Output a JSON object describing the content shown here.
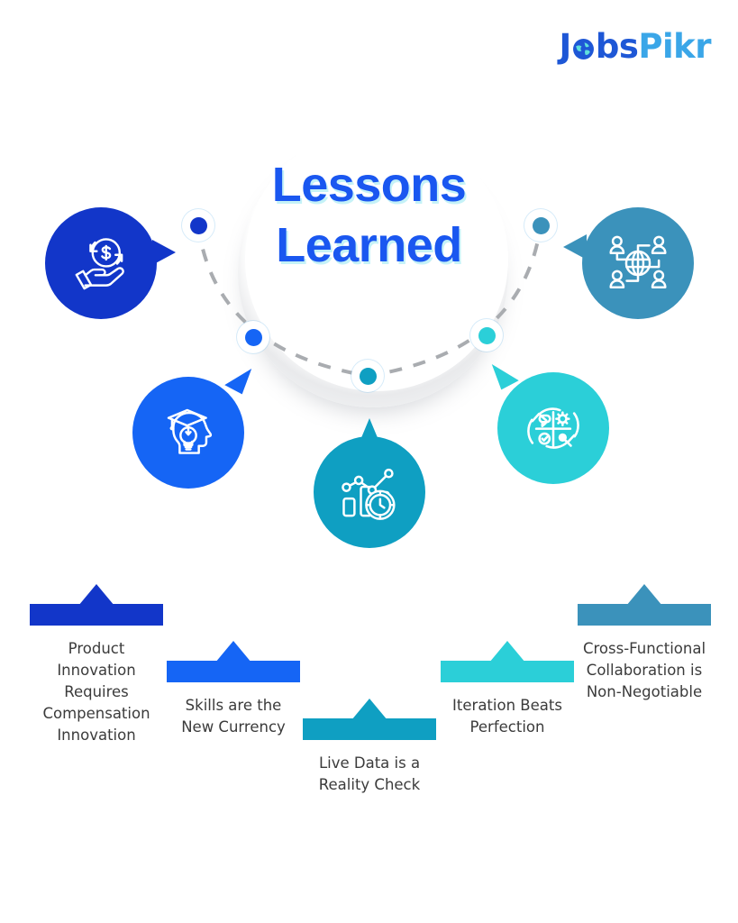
{
  "brand": {
    "logo_text_primary": "J",
    "logo_text_primary_rest": "bs",
    "logo_text_secondary": "Pikr",
    "logo_full": "JobsPikr",
    "globe_icon": "globe-icon",
    "color_primary": "#1e57d6",
    "color_secondary": "#3aa6e8"
  },
  "title": {
    "line1": "Lessons",
    "line2": "Learned",
    "color": "#1a57f0",
    "shadow_color": "#96e8f0"
  },
  "arc": {
    "dots": [
      {
        "name": "arc-dot-1",
        "color": "#1236c9"
      },
      {
        "name": "arc-dot-2",
        "color": "#1565f5"
      },
      {
        "name": "arc-dot-3",
        "color": "#0f9fc2"
      },
      {
        "name": "arc-dot-4",
        "color": "#2bcfd8"
      },
      {
        "name": "arc-dot-5",
        "color": "#3b92bb"
      }
    ],
    "dash_color": "#a9acb0"
  },
  "bubbles": [
    {
      "name": "bubble-compensation",
      "icon": "hand-holding-dollar-refresh-icon",
      "color": "#1236c9",
      "tail_direction": "right"
    },
    {
      "name": "bubble-skills",
      "icon": "head-graduation-cap-lightbulb-icon",
      "color": "#1565f5",
      "tail_direction": "up-right"
    },
    {
      "name": "bubble-live-data",
      "icon": "bar-chart-line-clock-icon",
      "color": "#0f9fc2",
      "tail_direction": "up"
    },
    {
      "name": "bubble-iteration",
      "icon": "agile-iteration-cycle-icon",
      "color": "#2bcfd8",
      "tail_direction": "up-left"
    },
    {
      "name": "bubble-collaboration",
      "icon": "globe-people-network-icon",
      "color": "#3b92bb",
      "tail_direction": "left"
    }
  ],
  "lessons": [
    {
      "id": 1,
      "label": "Product\nInnovation\nRequires\nCompensation\nInnovation",
      "color": "#1236c9"
    },
    {
      "id": 2,
      "label": "Skills are the\nNew Currency",
      "color": "#1565f5"
    },
    {
      "id": 3,
      "label": "Live Data is a\nReality Check",
      "color": "#0f9fc2"
    },
    {
      "id": 4,
      "label": "Iteration Beats\nPerfection",
      "color": "#2bcfd8"
    },
    {
      "id": 5,
      "label": "Cross-Functional\nCollaboration is\nNon-Negotiable",
      "color": "#3b92bb"
    }
  ],
  "chart_data": {
    "type": "diagram",
    "title": "Lessons Learned",
    "categories": [
      "Product Innovation Requires Compensation Innovation",
      "Skills are the New Currency",
      "Live Data is a Reality Check",
      "Iteration Beats Perfection",
      "Cross-Functional Collaboration is Non-Negotiable"
    ],
    "colors": [
      "#1236c9",
      "#1565f5",
      "#0f9fc2",
      "#2bcfd8",
      "#3b92bb"
    ],
    "legend": "none"
  }
}
